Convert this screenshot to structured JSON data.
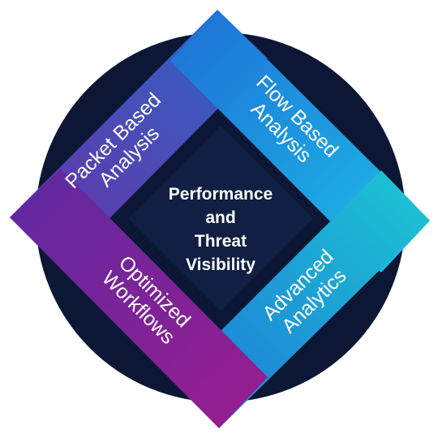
{
  "diagram": {
    "center": {
      "lines": [
        "Performance",
        "and",
        "Threat",
        "Visibility"
      ]
    },
    "segments": [
      {
        "id": "packet",
        "lines": [
          "Packet Based",
          "Analysis"
        ]
      },
      {
        "id": "flow",
        "lines": [
          "Flow Based",
          "Analysis"
        ]
      },
      {
        "id": "advanced",
        "lines": [
          "Advanced",
          "Analytics"
        ]
      },
      {
        "id": "optimized",
        "lines": [
          "Optimized",
          "Workflows"
        ]
      }
    ],
    "colors": {
      "circle": "#0c1735",
      "center_square": "#101f43",
      "packet_start": "#6a2fa5",
      "packet_end": "#2b68c8",
      "flow_start": "#1d6fd6",
      "flow_end": "#1dc1e8",
      "advanced_start": "#1cc8d2",
      "advanced_end": "#1f74d8",
      "optimized_start": "#9a1d8e",
      "optimized_end": "#5c2aa2"
    }
  }
}
